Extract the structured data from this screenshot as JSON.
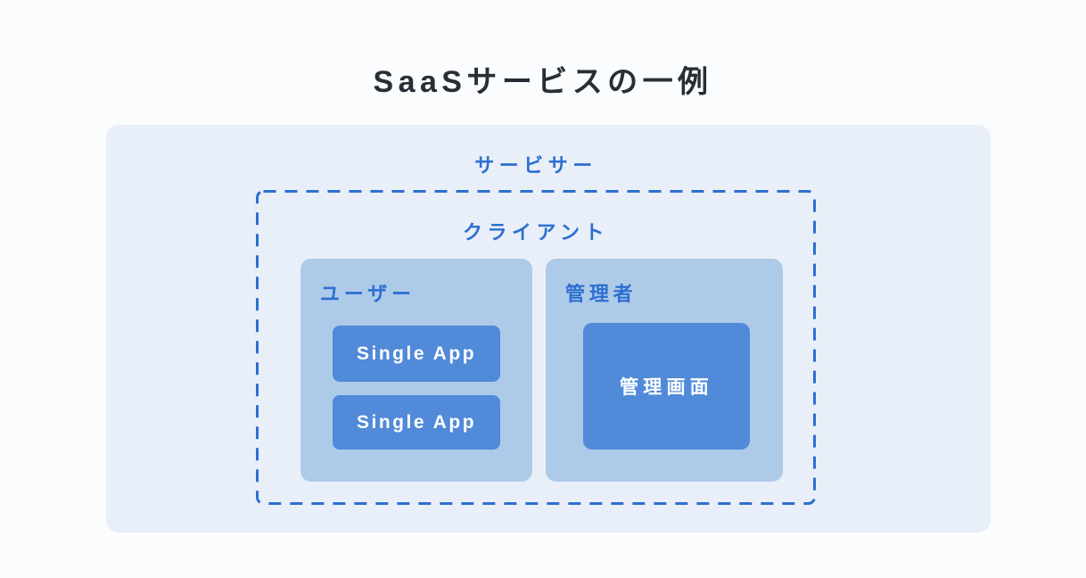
{
  "title": "SaaSサービスの一例",
  "diagram": {
    "servicer": {
      "label": "サービサー"
    },
    "client": {
      "label": "クライアント"
    },
    "user_group": {
      "label": "ユーザー",
      "apps": [
        "Single App",
        "Single App"
      ]
    },
    "admin_group": {
      "label": "管理者",
      "screen": "管理画面"
    },
    "colors": {
      "page_bg": "#fafcfe",
      "container_bg": "#e9eff8",
      "group_bg": "#aecae9",
      "app_bg": "#508ad8",
      "accent_blue": "#2d6fd0",
      "title_color": "#272e35",
      "app_text_color": "#ffffff"
    }
  }
}
